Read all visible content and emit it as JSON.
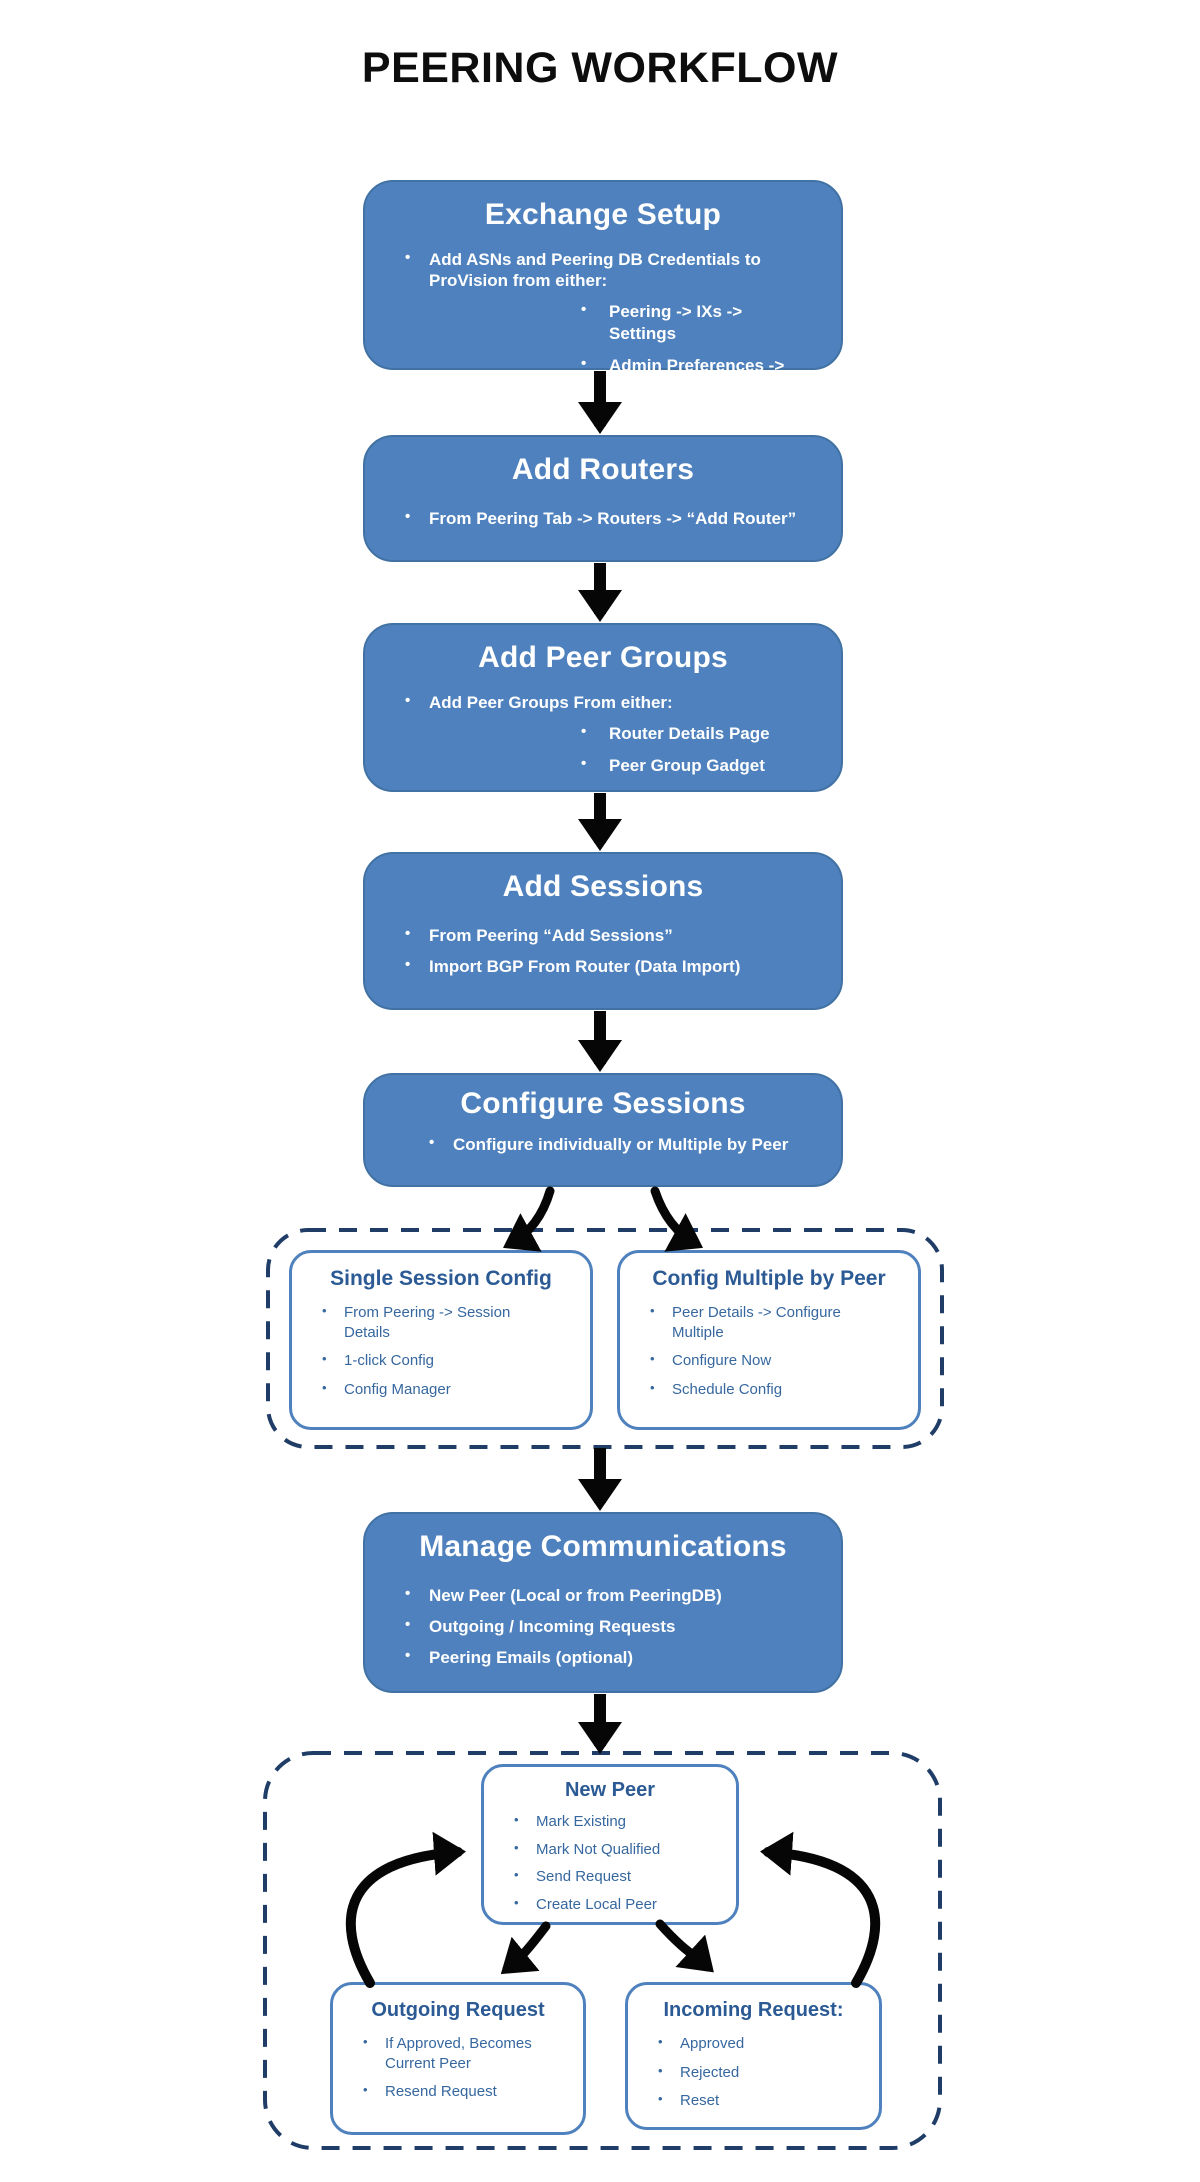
{
  "title": "PEERING WORKFLOW",
  "colors": {
    "box_fill": "#4E81BD",
    "box_border": "#4272A4",
    "white_box_border": "#4E81BD",
    "white_box_heading_text": "#2B5A94",
    "white_box_bullet_text": "#36679F",
    "dashed_container_border": "#1F3D66",
    "arrow": "#060606",
    "title_text": "#0d0d0d",
    "box_text": "#ffffff"
  },
  "boxes": {
    "exchange_setup": {
      "title": "Exchange Setup",
      "bullet": "Add ASNs and Peering DB Credentials to ProVision from either:",
      "subs": [
        "Peering -> IXs -> Settings",
        "Admin Preferences -> Peering"
      ]
    },
    "add_routers": {
      "title": "Add Routers",
      "bullets": [
        "From Peering Tab -> Routers -> “Add Router”"
      ]
    },
    "add_peer_groups": {
      "title": "Add Peer Groups",
      "bullet": "Add Peer Groups From either:",
      "subs": [
        "Router Details Page",
        "Peer Group Gadget"
      ]
    },
    "add_sessions": {
      "title": "Add Sessions",
      "bullets": [
        "From  Peering “Add Sessions”",
        "Import BGP From Router (Data Import)"
      ]
    },
    "configure_sessions": {
      "title": "Configure Sessions",
      "bullets": [
        "Configure individually or Multiple by Peer"
      ]
    },
    "single_session_config": {
      "title": "Single Session Config",
      "bullets": [
        "From Peering -> Session Details",
        "1-click Config",
        "Config Manager"
      ]
    },
    "config_multiple_by_peer": {
      "title": "Config Multiple by Peer",
      "bullets": [
        "Peer Details -> Configure Multiple",
        "Configure Now",
        "Schedule Config"
      ]
    },
    "manage_communications": {
      "title": "Manage Communications",
      "bullets": [
        "New Peer (Local or from PeeringDB)",
        "Outgoing / Incoming Requests",
        "Peering Emails (optional)"
      ]
    },
    "new_peer": {
      "title": "New Peer",
      "bullets": [
        "Mark Existing",
        "Mark Not Qualified",
        "Send Request",
        "Create Local Peer"
      ]
    },
    "outgoing_request": {
      "title": "Outgoing Request",
      "bullets": [
        "If Approved, Becomes Current Peer",
        "Resend Request"
      ]
    },
    "incoming_request": {
      "title": "Incoming Request:",
      "bullets": [
        "Approved",
        "Rejected",
        "Reset"
      ]
    }
  }
}
